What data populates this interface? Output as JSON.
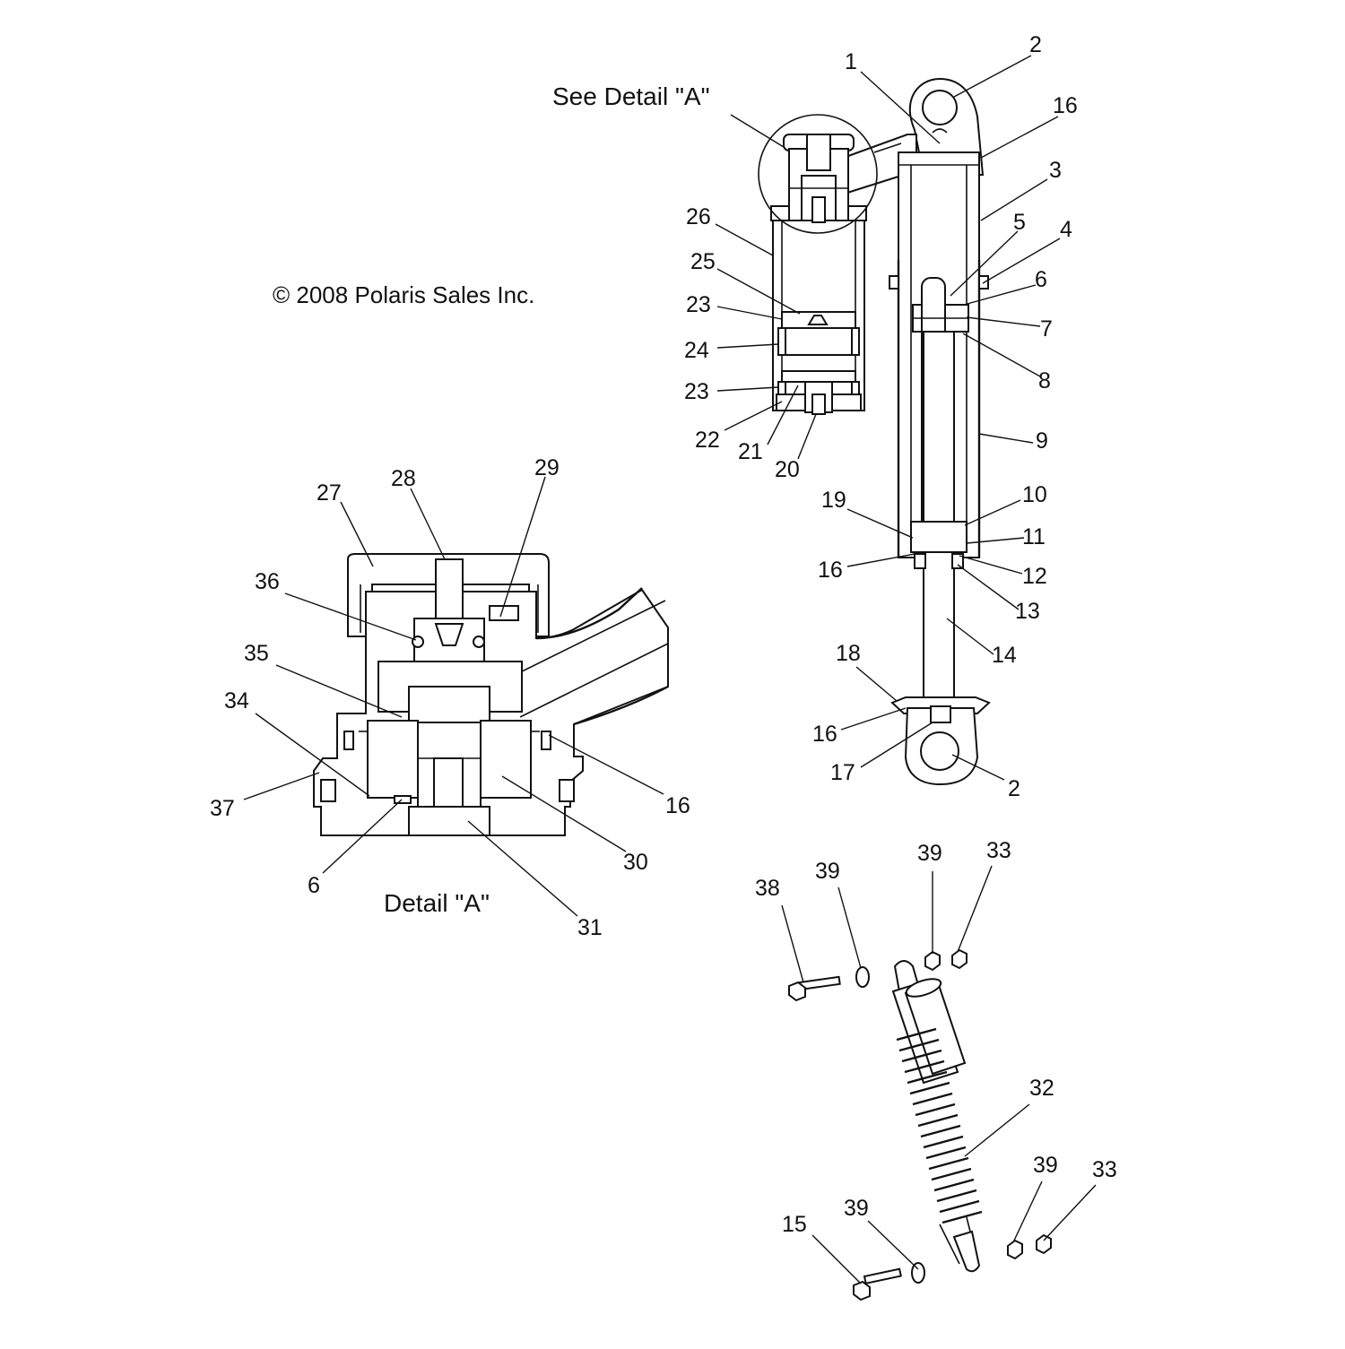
{
  "captions": {
    "see_detail": "See Detail \"A\"",
    "detail": "Detail \"A\"",
    "copyright": "© 2008 Polaris Sales Inc."
  },
  "callouts": {
    "c1": "1",
    "c2a": "2",
    "c16a": "16",
    "c3": "3",
    "c5": "5",
    "c4": "4",
    "c6a": "6",
    "c7": "7",
    "c8": "8",
    "c9": "9",
    "c10": "10",
    "c11": "11",
    "c12": "12",
    "c13": "13",
    "c14": "14",
    "c16b": "16",
    "c19": "19",
    "c18": "18",
    "c16c": "16",
    "c17": "17",
    "c2b": "2",
    "c26": "26",
    "c25": "25",
    "c23a": "23",
    "c24": "24",
    "c23b": "23",
    "c22": "22",
    "c21": "21",
    "c20": "20",
    "c27": "27",
    "c28": "28",
    "c29": "29",
    "c36": "36",
    "c35": "35",
    "c34": "34",
    "c37": "37",
    "c16d": "16",
    "c30": "30",
    "c6b": "6",
    "c31": "31",
    "c38": "38",
    "c39a": "39",
    "c39b": "39",
    "c33a": "33",
    "c32": "32",
    "c39c": "39",
    "c33b": "33",
    "c15": "15",
    "c39d": "39"
  }
}
